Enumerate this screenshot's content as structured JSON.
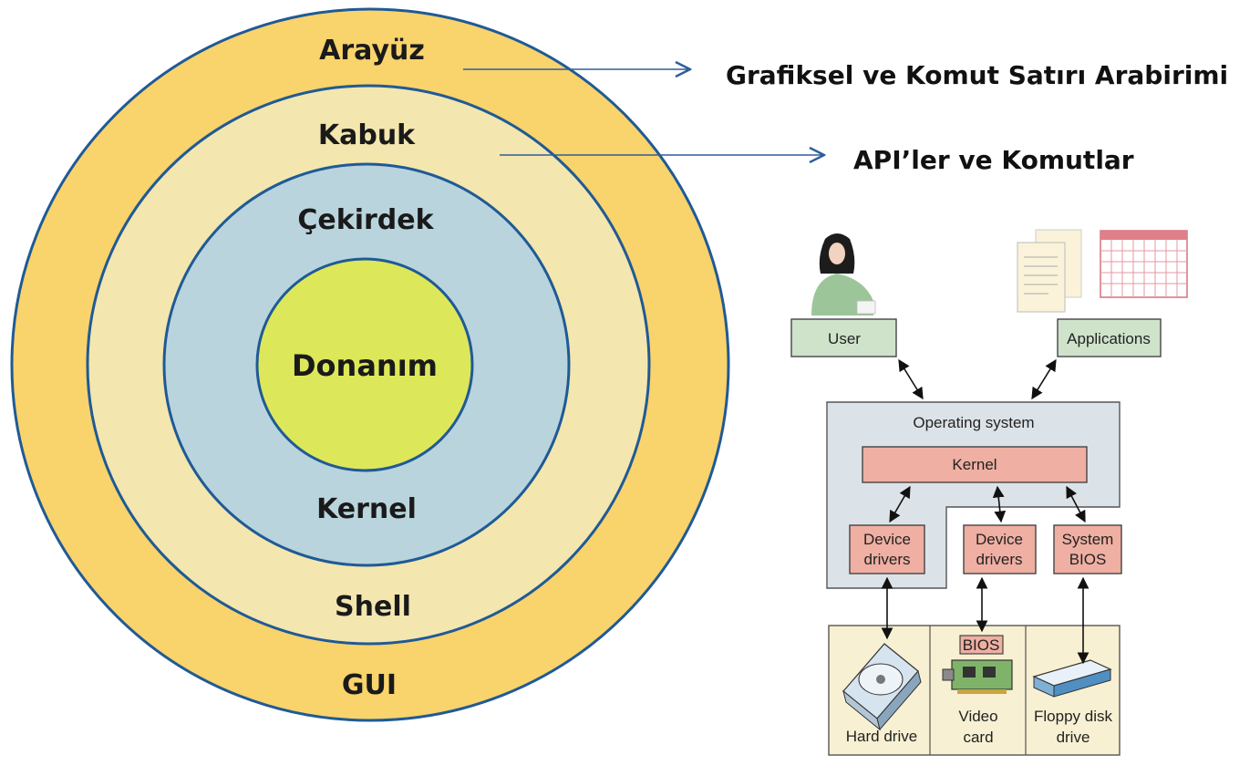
{
  "rings": {
    "outer_top": "Arayüz",
    "outer_bottom": "GUI",
    "second_top": "Kabuk",
    "second_bottom": "Shell",
    "third_top": "Çekirdek",
    "third_bottom": "Kernel",
    "core": "Donanım"
  },
  "callouts": {
    "interface": "Grafiksel ve Komut Satırı Arabirimi",
    "shell": "API’ler ve Komutlar"
  },
  "os_diagram": {
    "user": "User",
    "applications": "Applications",
    "operating_system": "Operating system",
    "kernel": "Kernel",
    "device_drivers_1": [
      "Device",
      "drivers"
    ],
    "device_drivers_2": [
      "Device",
      "drivers"
    ],
    "system_bios": [
      "System",
      "BIOS"
    ],
    "bios_chip": "BIOS",
    "hard_drive": "Hard drive",
    "video_card": [
      "Video",
      "card"
    ],
    "floppy": [
      "Floppy disk",
      "drive"
    ]
  },
  "colors": {
    "outer_ring": "#F9D36B",
    "second_ring": "#F3E6AE",
    "third_ring": "#B9D4DC",
    "core": "#DDE75A",
    "ring_stroke": "#1F5A96",
    "green_box": "#CFE3CB",
    "os_box": "#DCE3E8",
    "pink_box": "#EFAFA2",
    "device_panel": "#F7F0D2"
  }
}
